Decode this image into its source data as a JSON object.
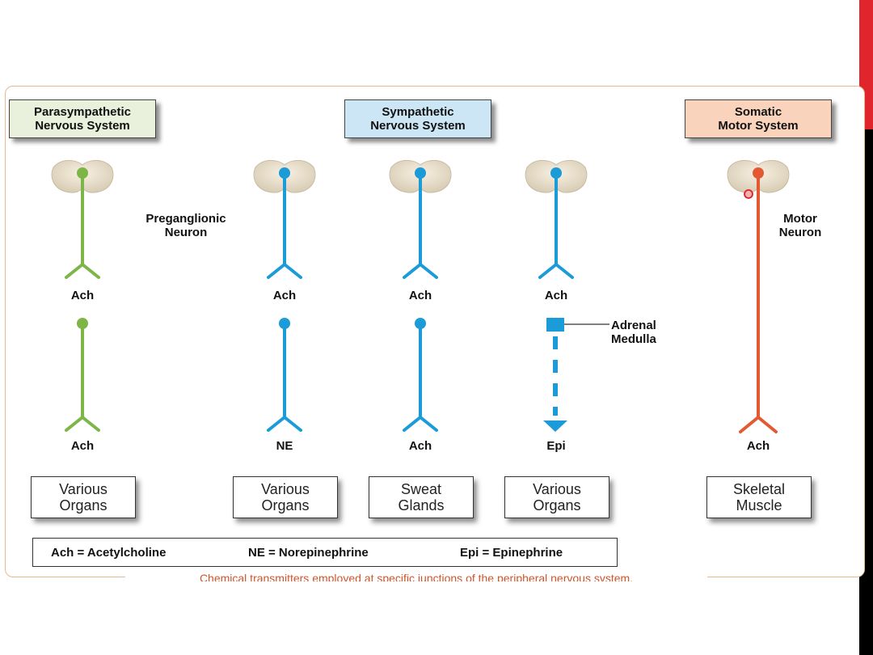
{
  "systems": {
    "parasympathetic": {
      "label": "Parasympathetic\nNervous System",
      "color": "#e9f0dc"
    },
    "sympathetic": {
      "label": "Sympathetic\nNervous System",
      "color": "#cde6f6"
    },
    "somatic": {
      "label": "Somatic\nMotor System",
      "color": "#fad3bc"
    }
  },
  "colors": {
    "parasympathetic": "#7db547",
    "sympathetic": "#1b9bd7",
    "somatic": "#e35a32"
  },
  "labels": {
    "preganglionic": "Preganglionic\nNeuron",
    "motor_neuron": "Motor\nNeuron",
    "adrenal_medulla": "Adrenal\nMedulla"
  },
  "transmitters": {
    "upper": [
      "Ach",
      "Ach",
      "Ach",
      "Ach"
    ],
    "lower": [
      "Ach",
      "NE",
      "Ach",
      "Epi",
      "Ach"
    ]
  },
  "targets": [
    "Various\nOrgans",
    "Various\nOrgans",
    "Sweat\nGlands",
    "Various\nOrgans",
    "Skeletal\nMuscle"
  ],
  "legend": {
    "ach": "Ach = Acetylcholine",
    "ne": "NE = Norepinephrine",
    "epi": "Epi = Epinephrine"
  },
  "caption": "Chemical transmitters employed at specific junctions of the peripheral nervous system."
}
